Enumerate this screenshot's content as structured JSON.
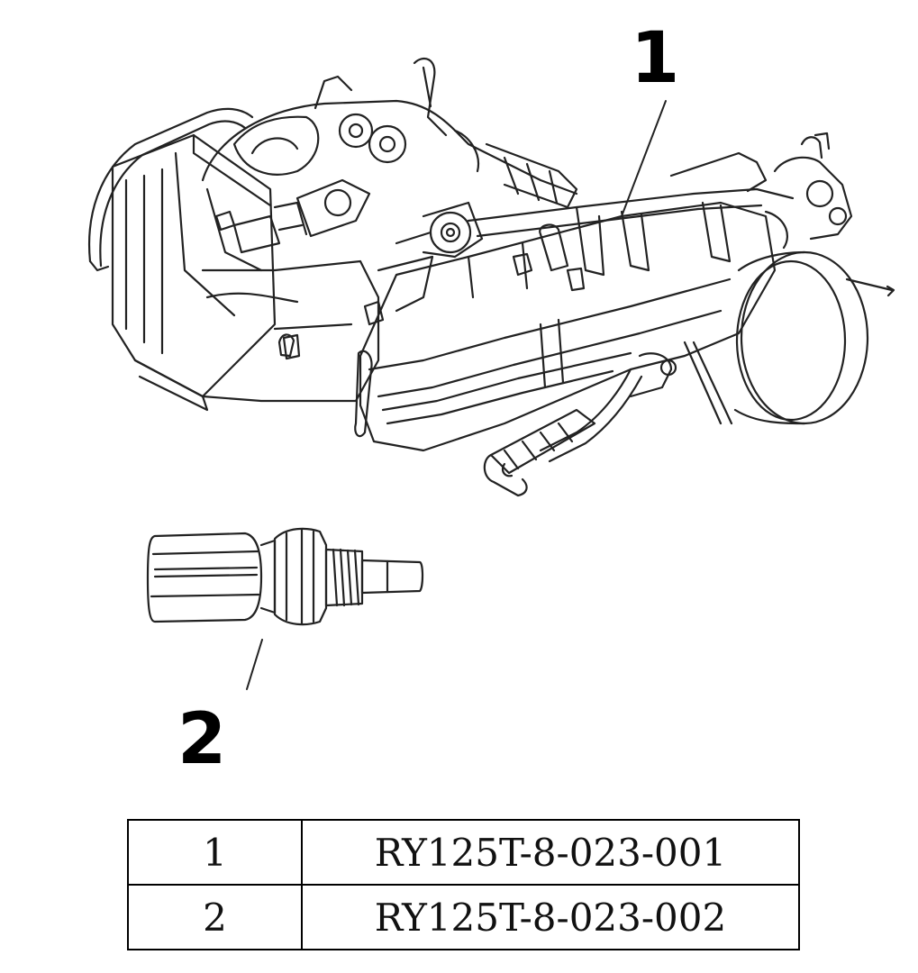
{
  "callouts": {
    "c1": "1",
    "c2": "2"
  },
  "parts_table": {
    "rows": [
      {
        "index": "1",
        "part_number": "RY125T-8-023-001"
      },
      {
        "index": "2",
        "part_number": "RY125T-8-023-002"
      }
    ]
  },
  "colors": {
    "line": "#000000",
    "background": "#ffffff"
  }
}
